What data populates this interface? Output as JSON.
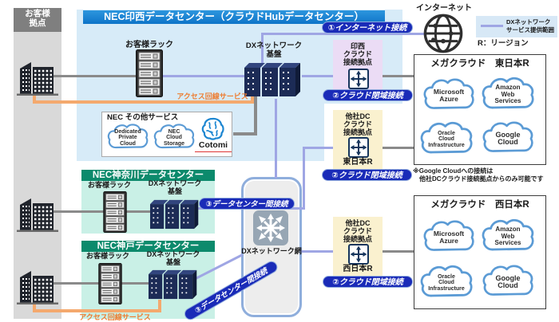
{
  "customer_sites": {
    "header": "お客様\n拠点"
  },
  "inzai_dc": {
    "title": "NEC印西データセンター（クラウドHubデータセンター）",
    "rack_label": "お客様ラック",
    "dx_label": "DXネットワーク\n基盤",
    "access_line_label": "アクセス回線サービス",
    "other_services": {
      "title": "NEC その他サービス",
      "clouds": [
        "Dedicated\nPrivate\nCloud",
        "NEC\nCloud\nStorage"
      ],
      "cotomi_label": "Cotomi"
    }
  },
  "kanagawa_dc": {
    "title": "NEC神奈川データセンター",
    "rack_label": "お客様ラック",
    "dx_label": "DXネットワーク\n基盤"
  },
  "kobe_dc": {
    "title": "NEC神戸データセンター",
    "rack_label": "お客様ラック",
    "dx_label": "DXネットワーク\n基盤",
    "access_line_label": "アクセス回線サービス"
  },
  "internet": {
    "label": "インターネット"
  },
  "legend": {
    "service_scope": "DXネットワーク\nサービス提供範囲",
    "region_note": "R：リージョン"
  },
  "badges": {
    "internet": "①インターネット接続",
    "cloud_closed_inzai": "②クラウド閉域接続",
    "cloud_closed_east": "②クラウド閉域接続",
    "cloud_closed_west": "②クラウド閉域接続",
    "dc_interconnect_kanagawa": "③データセンター間接続",
    "dc_interconnect_kobe": "③データセンター間接続"
  },
  "hubs": {
    "inzai": {
      "label": "印西\nクラウド\n接続拠点"
    },
    "east": {
      "label": "他社DC\nクラウド\n接続拠点",
      "region": "東日本R"
    },
    "west": {
      "label": "他社DC\nクラウド\n接続拠点",
      "region": "西日本R"
    }
  },
  "network_cloud": {
    "label": "DXネットワーク網"
  },
  "mega_cloud_east": {
    "title": "メガクラウド　東日本R",
    "clouds": [
      "Microsoft\nAzure",
      "Amazon\nWeb\nServices",
      "Oracle\nCloud\nInfrastructure",
      "Google\nCloud"
    ]
  },
  "mega_cloud_west": {
    "title": "メガクラウド　西日本R",
    "clouds": [
      "Microsoft\nAzure",
      "Amazon\nWeb\nServices",
      "Oracle\nCloud\nInfrastructure",
      "Google\nCloud"
    ]
  },
  "note": "※Google Cloudへの接続は\n　他社DCクラウド接続拠点からのみ可能です",
  "colors": {
    "inzai_header_blue": "#1583D6",
    "inzai_bg": "#D7EBF8",
    "dc_green": "#0C8A6C",
    "dc_mint": "#C9F0E6",
    "badge_blue": "#1A2BB8",
    "dx_line_purple": "#9FA6E4",
    "gray_line": "#8A8A8A",
    "access_orange": "#ED7D31",
    "hub_pink": "#EBDCF5",
    "hub_yellow": "#FAF1CF",
    "cloud_border_blue": "#5B9BD5"
  }
}
